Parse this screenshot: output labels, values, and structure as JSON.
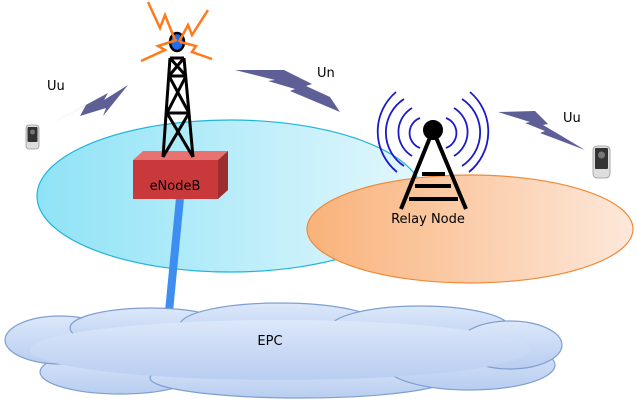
{
  "labels": {
    "uu_left": "Uu",
    "un": "Un",
    "uu_right": "Uu",
    "enodeb": "eNodeB",
    "relay_node": "Relay Node",
    "epc": "EPC"
  },
  "colors": {
    "enodeb_coverage": "#aee9f7",
    "relay_coverage": "#fbc79a",
    "enodeb_box": "#d2474a",
    "backhaul_link": "#3d8ef0",
    "cloud": "#c6d9f5",
    "lightning": "#5d5f96",
    "relay_waves": "#1a1ac8",
    "enodeb_sparks": "#ff7a1a"
  }
}
